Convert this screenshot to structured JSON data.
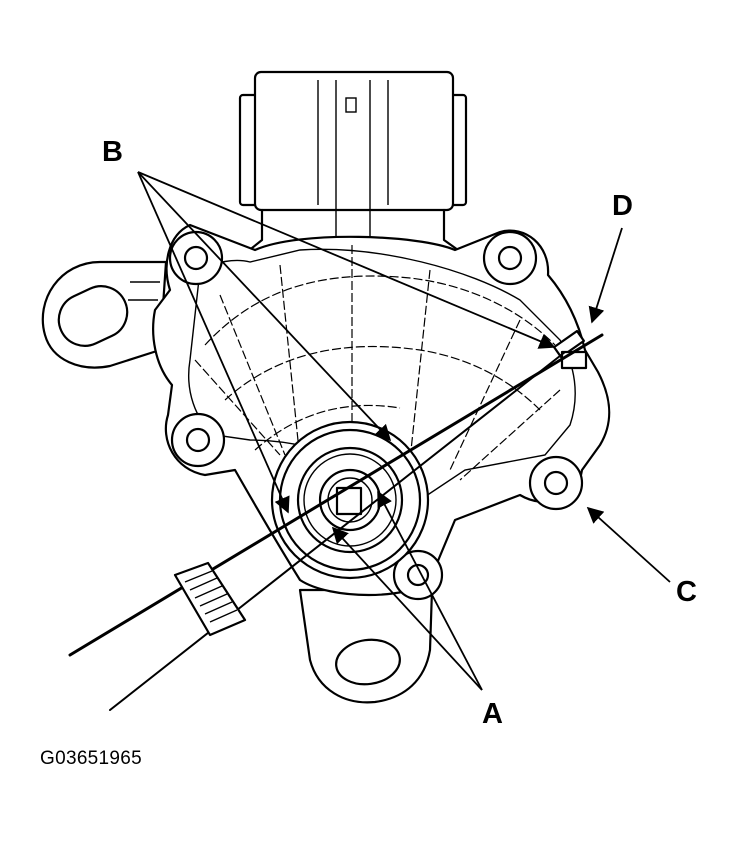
{
  "callouts": {
    "a": "A",
    "b": "B",
    "c": "C",
    "d": "D"
  },
  "figure_id": "G03651965",
  "colors": {
    "ink": "#000000",
    "paper": "#ffffff"
  }
}
